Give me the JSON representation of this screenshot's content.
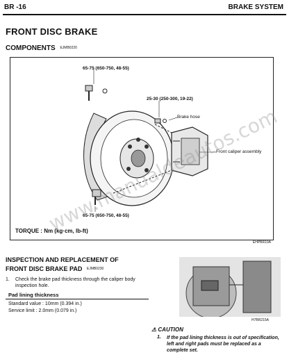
{
  "header": {
    "page_code": "BR -16",
    "section": "BRAKE SYSTEM"
  },
  "title": "FRONT DISC BRAKE",
  "components": {
    "heading": "COMPONENTS",
    "code": "EJMB0220"
  },
  "figure": {
    "callout_top_bolt": "65-75 (650-750, 48-55)",
    "callout_hose_torque": "25-30 (250-300, 19-22)",
    "callout_hose": "Brake hose",
    "callout_caliper": "Front caliper assembly",
    "callout_bottom_bolt": "65-75 (650-750, 48-55)",
    "torque_label": "TORQUE : Nm (kg·cm, lb-ft)",
    "figure_id": "EHPBR10A",
    "watermark": "www.manualdeautos.com"
  },
  "inspection": {
    "title_line1": "INSPECTION AND REPLACEMENT OF",
    "title_line2": "FRONT DISC BRAKE PAD",
    "code": "EJMB0230",
    "step_number": "1.",
    "step_text": "Check the brake pad thickness through the caliper body inspection hole."
  },
  "spec": {
    "heading": "Pad lining thickness",
    "standard": "Standard value : 10mm (0.394 in.)",
    "service": "Service limit : 2.0mm (0.079 in.)"
  },
  "photo": {
    "figure_id": "H7BR215A"
  },
  "caution": {
    "heading": "CAUTION",
    "number": "1.",
    "text": "If the pad lining thickness is out of specification, left and right pads must be replaced as a complete set."
  }
}
